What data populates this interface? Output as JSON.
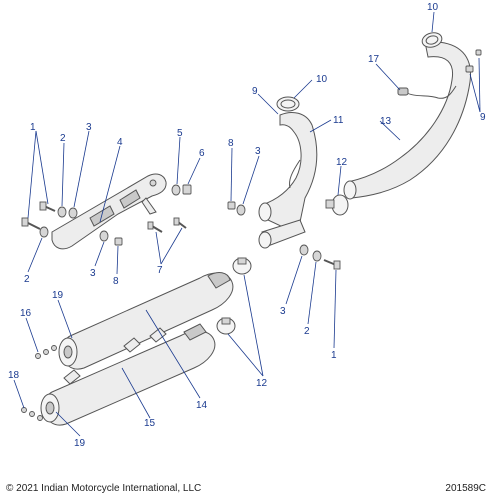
{
  "callouts": {
    "c1a": "1",
    "c1b": "1",
    "c2a": "2",
    "c2b": "2",
    "c2c": "2",
    "c3a": "3",
    "c3b": "3",
    "c3c": "3",
    "c3d": "3",
    "c4": "4",
    "c5": "5",
    "c6": "6",
    "c7": "7",
    "c8a": "8",
    "c8b": "8",
    "c9a": "9",
    "c9b": "9",
    "c10a": "10",
    "c10b": "10",
    "c11": "11",
    "c12a": "12",
    "c12b": "12",
    "c13": "13",
    "c14": "14",
    "c15": "15",
    "c16": "16",
    "c17": "17",
    "c18": "18",
    "c19a": "19",
    "c19b": "19"
  },
  "footer": {
    "copyright": "© 2021 Indian Motorcycle International, LLC",
    "diagram_id": "201589C"
  },
  "colors": {
    "callout": "#1a3a8f",
    "part_fill": "#ededed",
    "outline": "#555555"
  }
}
